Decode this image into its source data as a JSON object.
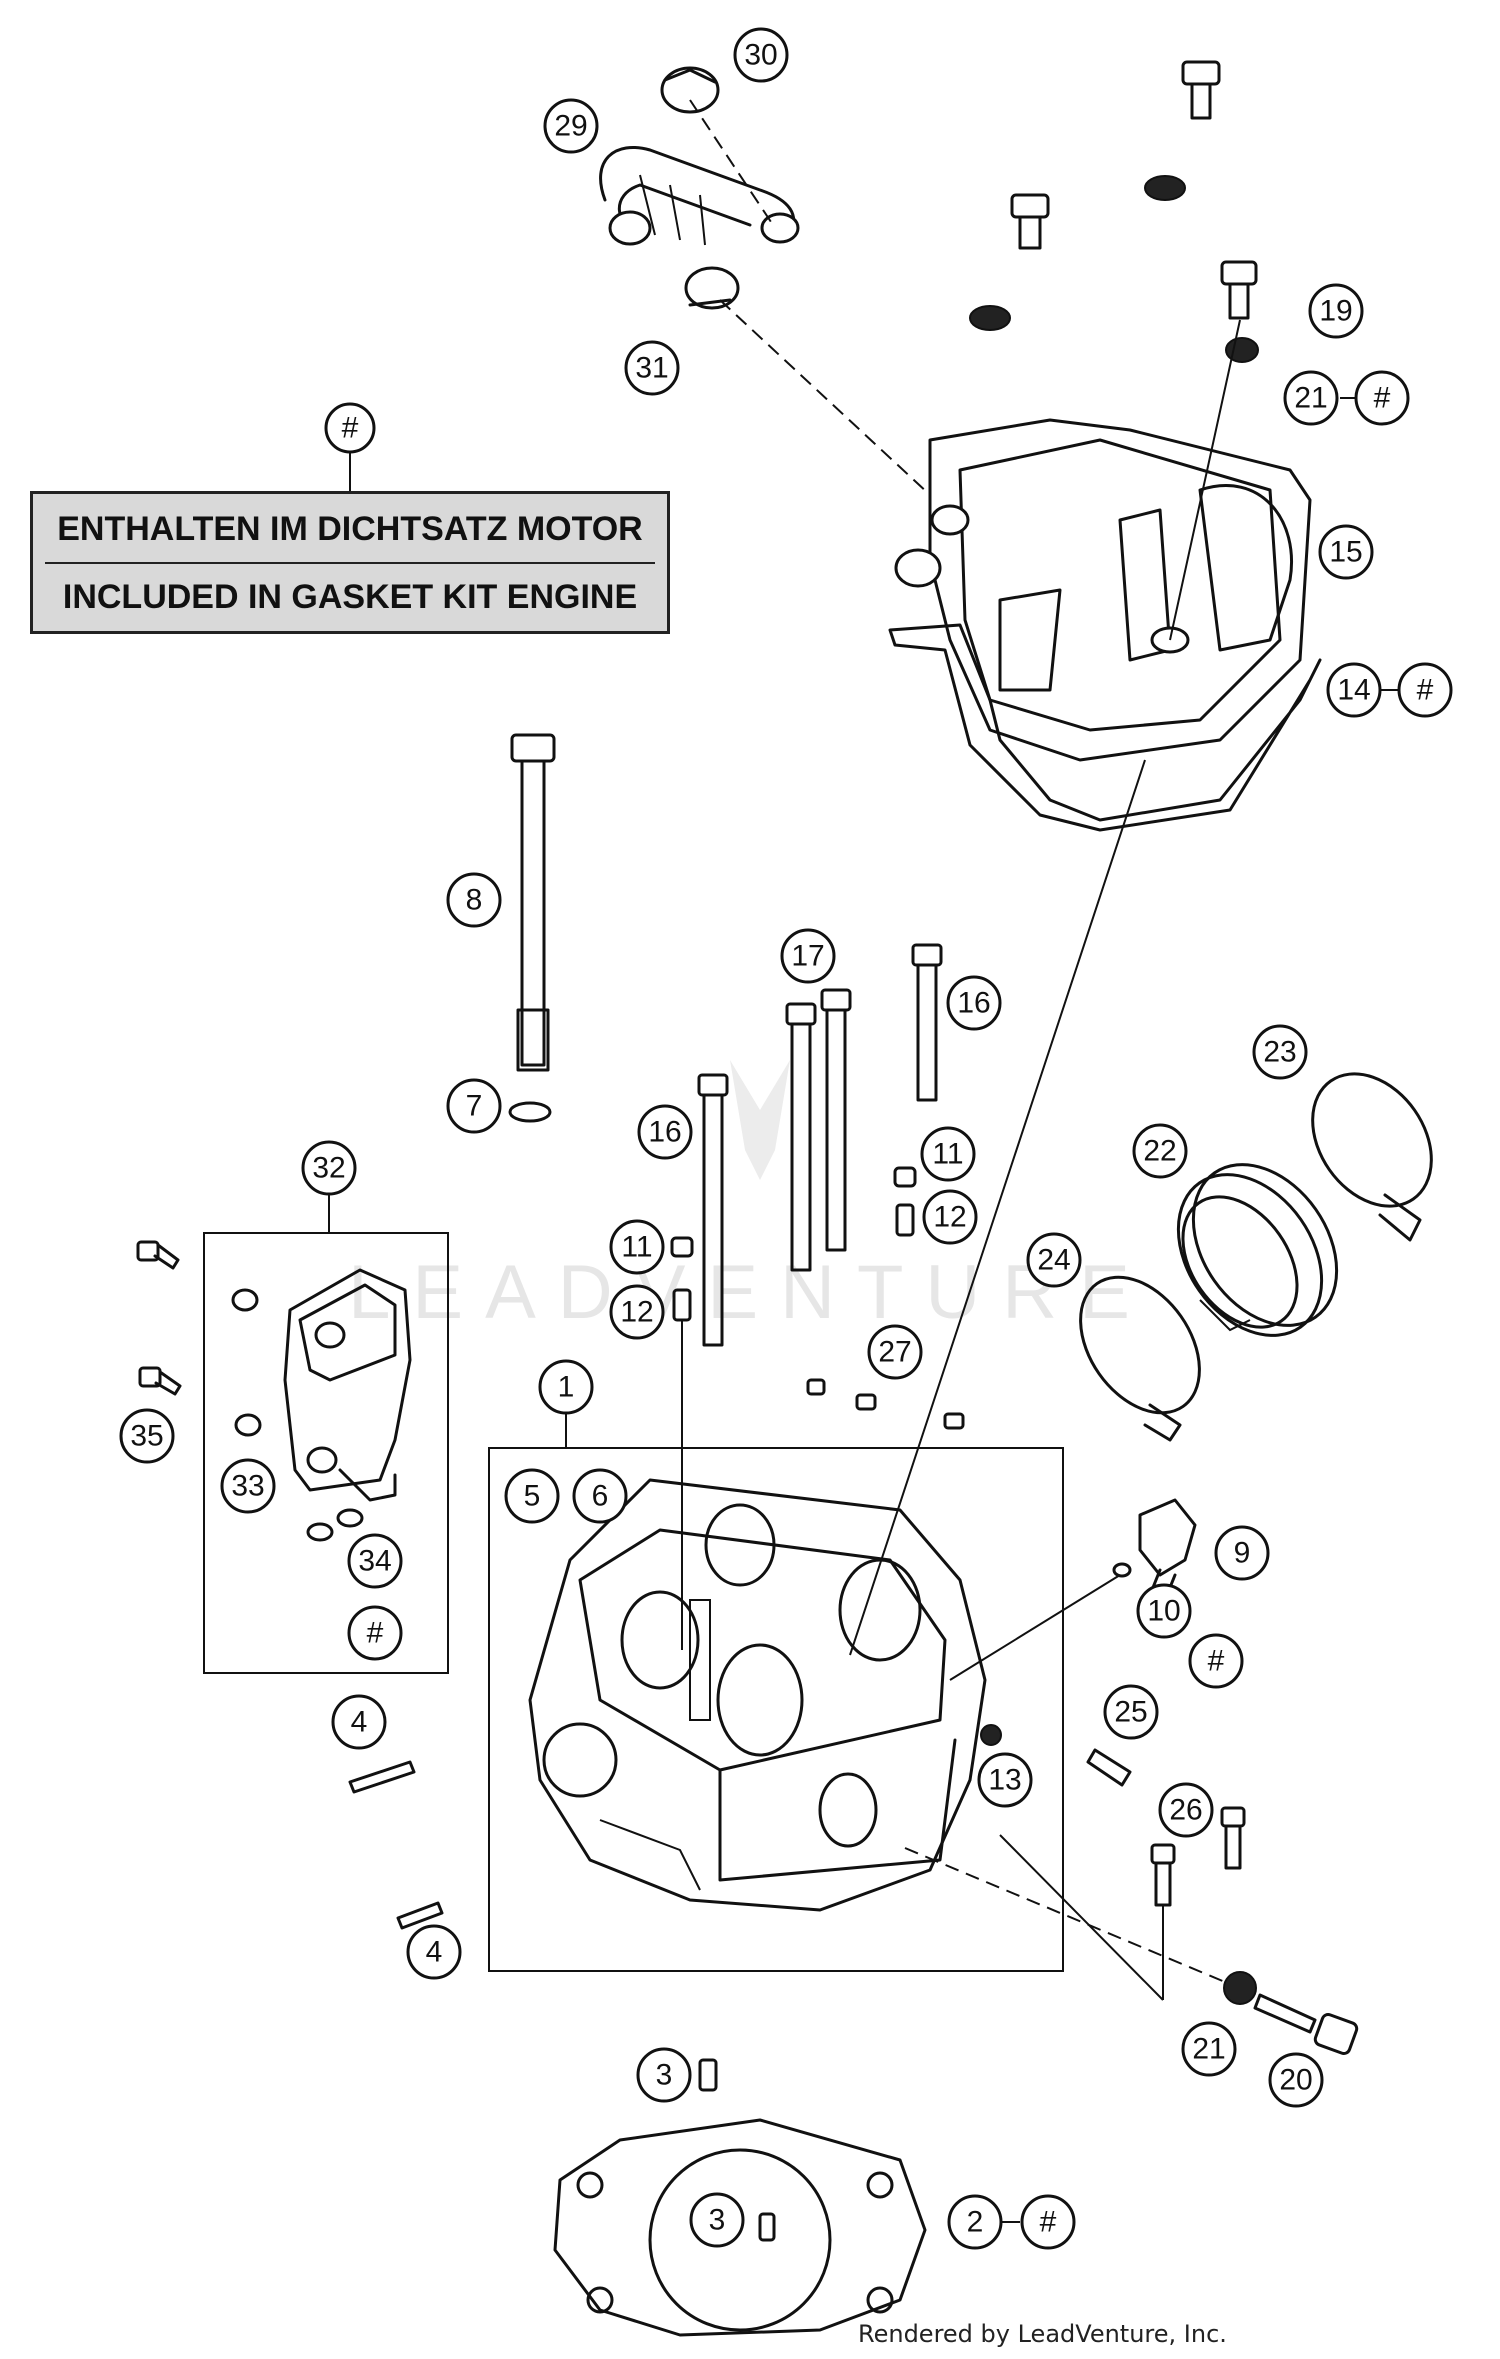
{
  "legend": {
    "marker": "#",
    "line_de": "ENTHALTEN IM DICHTSATZ MOTOR",
    "line_en": "INCLUDED IN GASKET KIT ENGINE"
  },
  "watermark": "LEADVENTURE",
  "footer": "Rendered by LeadVenture, Inc.",
  "callouts": {
    "c1": "1",
    "c2": "2",
    "c2h": "#",
    "c3a": "3",
    "c3b": "3",
    "c4a": "4",
    "c4b": "4",
    "c5": "5",
    "c6": "6",
    "c7": "7",
    "c8": "8",
    "c9": "9",
    "c10": "10",
    "c10h": "#",
    "c11a": "11",
    "c11b": "11",
    "c12a": "12",
    "c12b": "12",
    "c13": "13",
    "c14": "14",
    "c14h": "#",
    "c15": "15",
    "c16a": "16",
    "c16b": "16",
    "c17": "17",
    "c19": "19",
    "c20": "20",
    "c21a": "21",
    "c21ah": "#",
    "c21b": "21",
    "c22": "22",
    "c23": "23",
    "c24": "24",
    "c25": "25",
    "c26": "26",
    "c27": "27",
    "c29": "29",
    "c30": "30",
    "c31": "31",
    "c32": "32",
    "c33": "33",
    "c34": "34",
    "c34h": "#",
    "c35": "35",
    "clegend": "#"
  }
}
